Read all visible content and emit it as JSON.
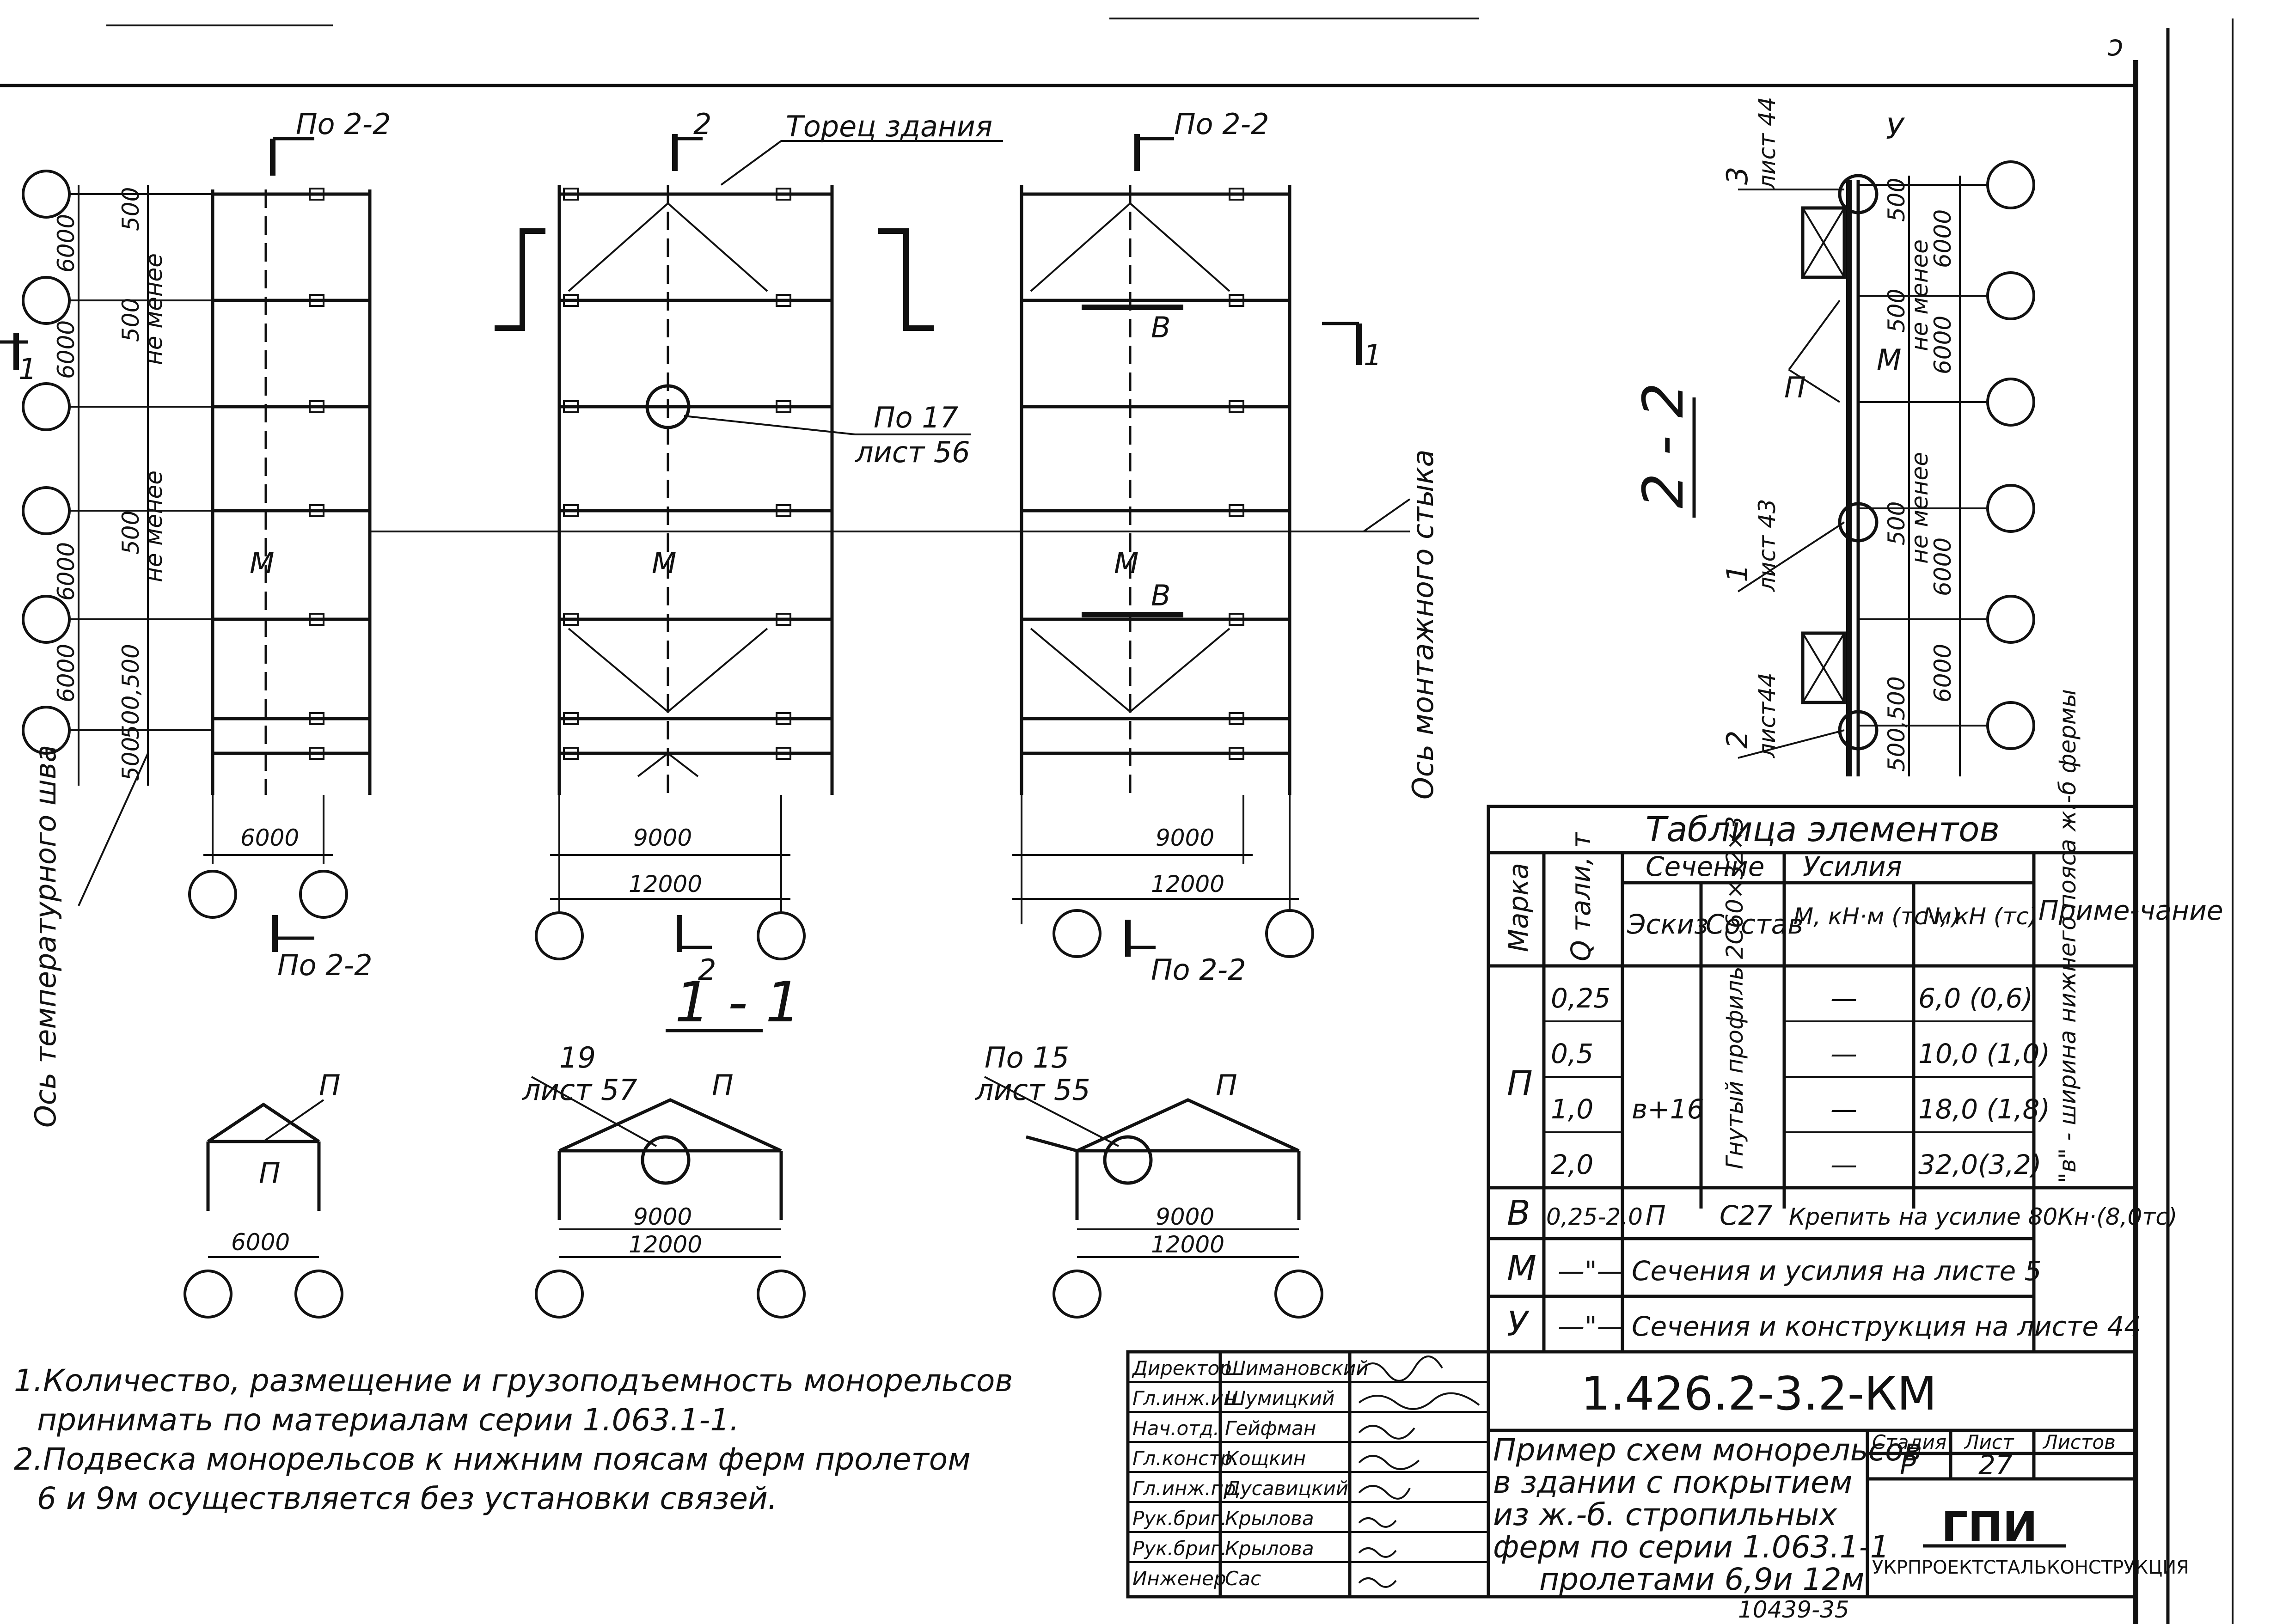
{
  "title_code": "1.426.2-3.2-КМ",
  "title_desc": [
    "Пример схем монорельсов",
    "в здании с покрытием",
    "из ж.-б. стропильных",
    "ферм по серии 1.063.1-1",
    "пролетами 6,9и 12м"
  ],
  "org_name": "УКРПРОЕКТСТАЛЬКОНСТРУКЦИЯ",
  "org_logo": "ГПИ",
  "stamp": {
    "stage_label": "Стадия",
    "sheet_label": "Лист",
    "sheets_label": "Листов",
    "stage": "Р",
    "sheet": "27",
    "staff": [
      {
        "role": "Директор",
        "name": "Шимановский"
      },
      {
        "role": "Гл.инж.ин",
        "name": "Шумицкий"
      },
      {
        "role": "Нач.отд.",
        "name": "Гейфман"
      },
      {
        "role": "Гл.констр.",
        "name": "Кощкин"
      },
      {
        "role": "Гл.инж.пр.",
        "name": "Дусавицкий"
      },
      {
        "role": "Рук.бриг.",
        "name": "Крылова"
      },
      {
        "role": "Рук.бриг.",
        "name": "Крылова"
      },
      {
        "role": "Инженер",
        "name": "Сас"
      }
    ]
  },
  "table": {
    "title": "Таблица элементов",
    "h_mark": "Марка",
    "h_q": "Q тали, т",
    "h_section": "Сечение",
    "h_sketch": "Эскиз",
    "h_comp": "Состав",
    "h_forces": "Усилия",
    "h_m": "M, кН·м (тс·м)",
    "h_n": "N, кН (тс)",
    "h_note": "Приме-чание",
    "p_mark": "П",
    "p_q": [
      "0,25",
      "0,5",
      "1,0",
      "2,0"
    ],
    "p_n": [
      "6,0 (0,6)",
      "10,0 (1,0)",
      "18,0 (1,8)",
      "32,0(3,2)"
    ],
    "p_m": "—",
    "p_sketch": "в+16",
    "p_comp": "Гнутый профиль 2C60×32×3",
    "p_note": "\"в\" - ширина нижнего пояса ж.-б фермы",
    "b_mark": "В",
    "b_q": "0,25-2,0",
    "b_sketch": "П",
    "b_comp": "C27",
    "b_force": "Крепить на усилие 80Кн·(8,0тс)",
    "m_mark": "М",
    "m_q": "—\"—",
    "m_text": "Сечения и усилия на листе 5",
    "u_mark": "У",
    "u_q": "—\"—",
    "u_text": "Сечения и конструкция на листе 44"
  },
  "notes": [
    "1.Количество, размещение и грузоподъемность монорельсов",
    "принимать по материалам серии 1.063.1-1.",
    "2.Подвеска монорельсов к нижним поясам ферм пролетом",
    "6 и 9м осуществляется без установки связей."
  ],
  "labels": {
    "po22": "По 2-2",
    "torec": "Торец здания",
    "sec2": "2",
    "sec1": "1",
    "po17": "По 17",
    "list56": "лист 56",
    "axis_mont": "Ось монтажного стыка",
    "axis_temp": "Ось температурного шва",
    "s11": "1 - 1",
    "s22": "2 - 2",
    "m": "М",
    "b": "В",
    "p": "П",
    "u": "У",
    "n19": "19",
    "list57": "лист 57",
    "po15": "По 15",
    "list55": "лист 55",
    "n3": "3",
    "list44a": "лист 44",
    "n1": "1",
    "list43": "лист 43",
    "n2": "2",
    "list44b": "лист44",
    "nemenee": "не менее"
  },
  "dims": {
    "d500": "500",
    "d6000": "6000",
    "d500x2": "500,500",
    "d9000": "9000",
    "d12000": "12000"
  },
  "sheet_number_bottom": "10439-35"
}
